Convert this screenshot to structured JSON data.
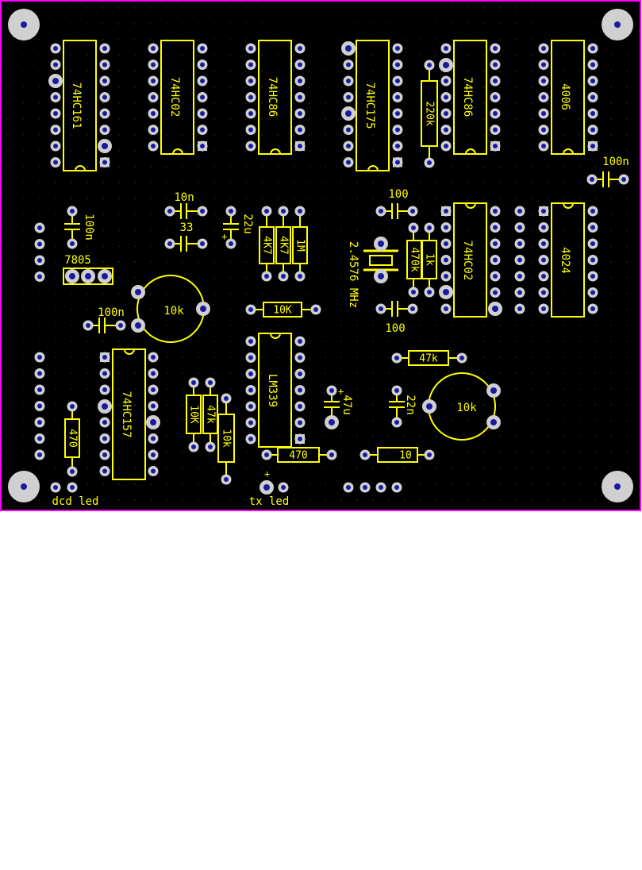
{
  "colors": {
    "board": "#000000",
    "outline": "#ff00ff",
    "silk": "#ffff00",
    "pad": "#d0d0d0",
    "hole": "#1a1aa0",
    "grid": "#2a2a2a"
  },
  "ics": {
    "u1": "74HC161",
    "u2": "74HC02",
    "u3": "74HC86",
    "u4": "74HC175",
    "u5": "74HC86",
    "u6": "4006",
    "u7": "74HC02",
    "u8": "4024",
    "u9": "74HC157",
    "u10": "LM339"
  },
  "resistors": {
    "r220k": "220k",
    "r4k7a": "4K7",
    "r4k7b": "4K7",
    "r1m": "1M",
    "r10k_h": "10K",
    "r470k": "470k",
    "r1k": "1k",
    "r47k": "47k",
    "r470_v": "470",
    "r10k_va": "10K",
    "r47k_v": "47k",
    "r10k_vb": "10k",
    "r470_h": "470",
    "r10_h": "10"
  },
  "caps": {
    "c100n_tr": "100n",
    "c10n": "10n",
    "c33": "33",
    "c22u": "22u",
    "c100_top": "100",
    "c100_bot": "100",
    "c100n_left": "100n",
    "c100n_mid": "100n",
    "c47u": "47u",
    "c22n": "22n"
  },
  "misc": {
    "regulator": "7805",
    "pot1": "10k",
    "pot2": "10k",
    "crystal": "2.4576 MHz",
    "dcd_led": "dcd led",
    "tx_led": "tx led",
    "plus1": "+",
    "plus2": "+",
    "plus3": "+"
  }
}
